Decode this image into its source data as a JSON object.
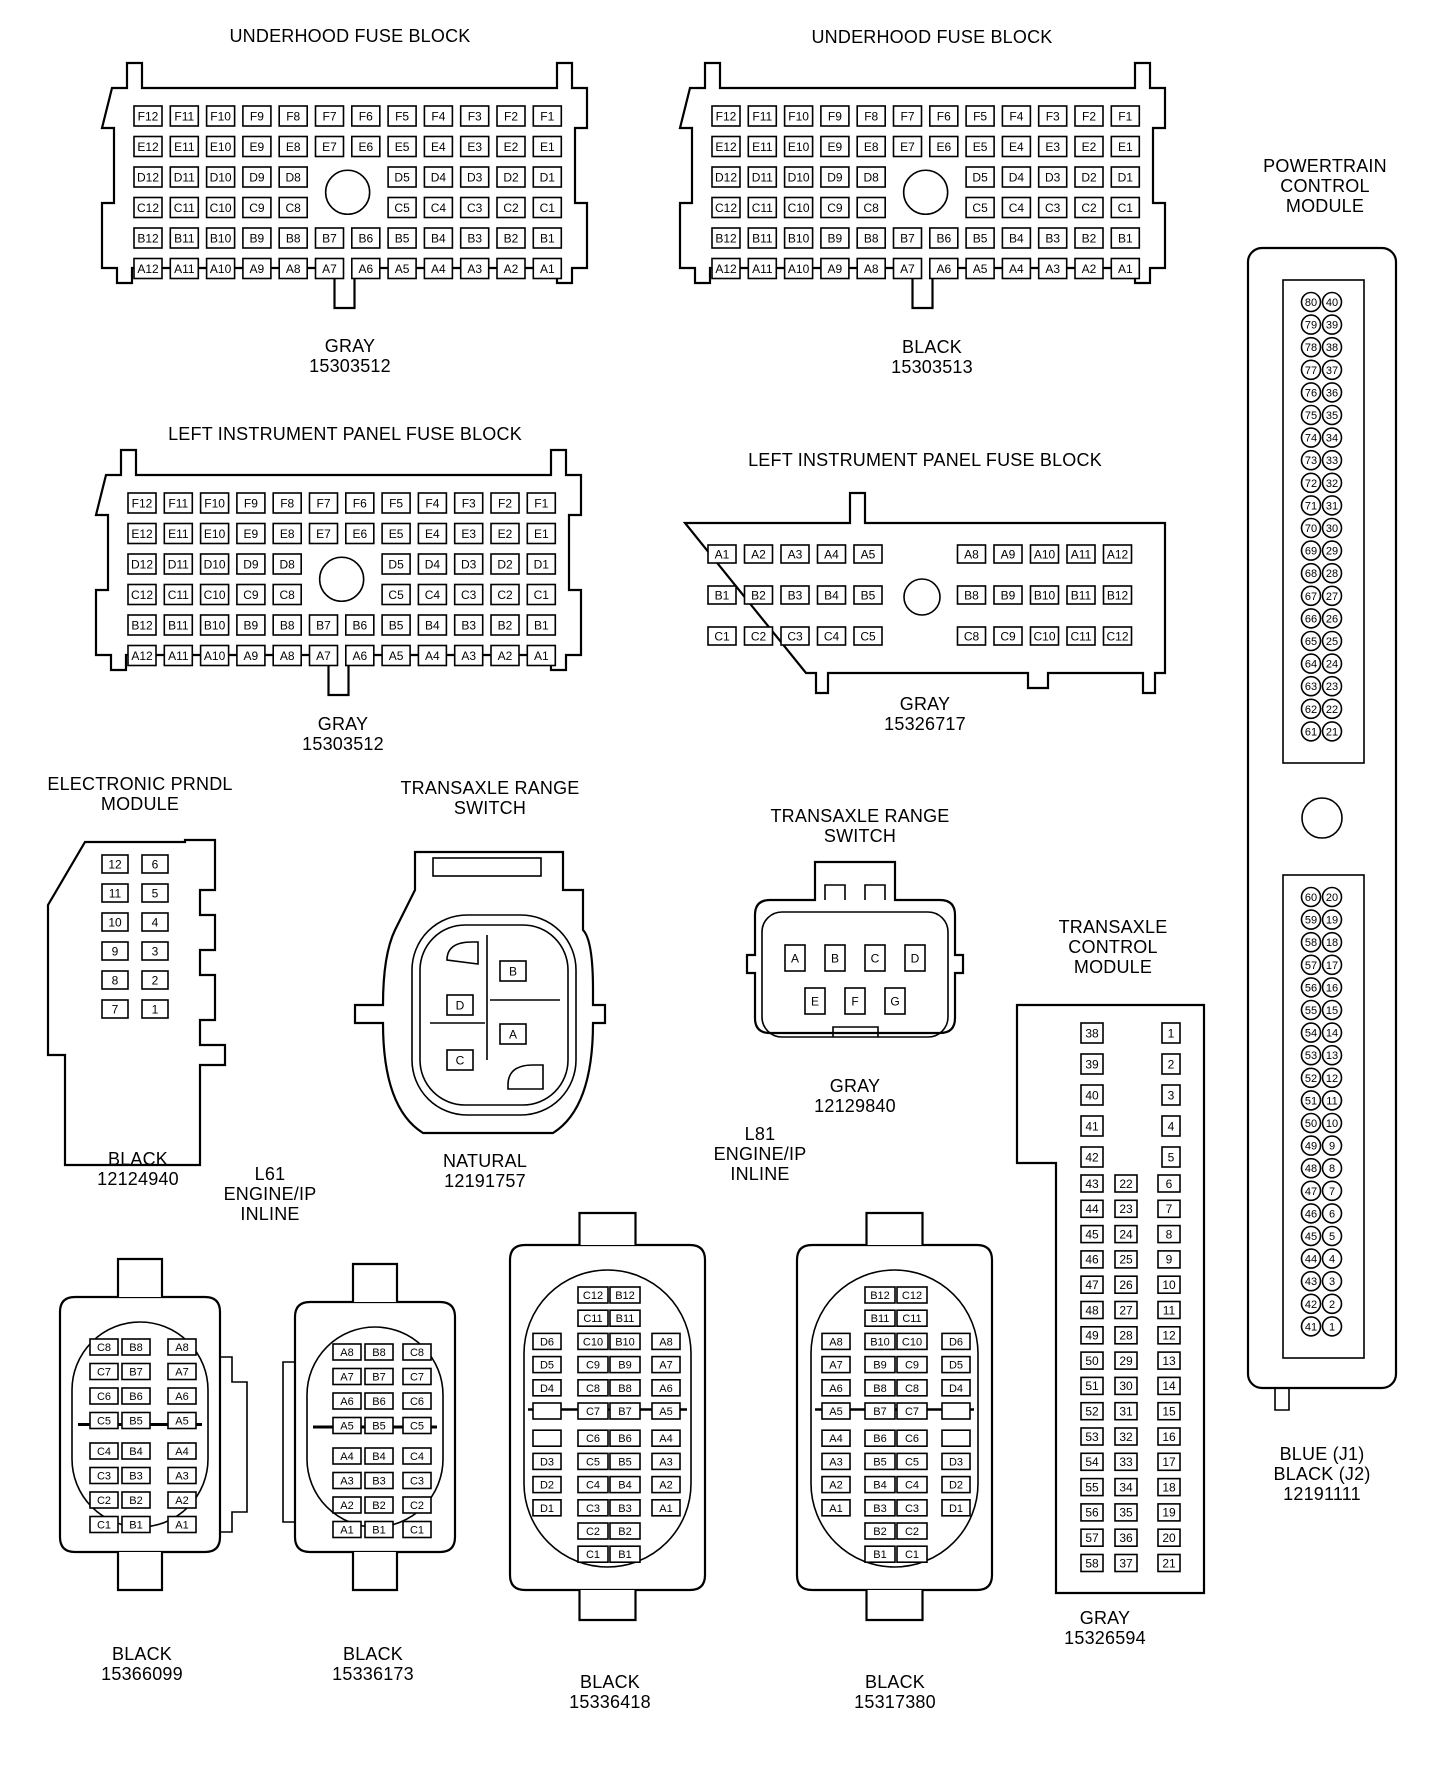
{
  "connectors": [
    {
      "id": "c1",
      "title": [
        "UNDERHOOD FUSE BLOCK"
      ],
      "caption": [
        "GRAY",
        "15303512"
      ],
      "pins": [
        [
          "F12",
          "F11",
          "F10",
          "F9",
          "F8",
          "F7",
          "F6",
          "F5",
          "F4",
          "F3",
          "F2",
          "F1"
        ],
        [
          "E12",
          "E11",
          "E10",
          "E9",
          "E8",
          "E7",
          "E6",
          "E5",
          "E4",
          "E3",
          "E2",
          "E1"
        ],
        [
          "D12",
          "D11",
          "D10",
          "D9",
          "D8",
          "",
          "",
          "D5",
          "D4",
          "D3",
          "D2",
          "D1"
        ],
        [
          "C12",
          "C11",
          "C10",
          "C9",
          "C8",
          "",
          "",
          "C5",
          "C4",
          "C3",
          "C2",
          "C1"
        ],
        [
          "B12",
          "B11",
          "B10",
          "B9",
          "B8",
          "B7",
          "B6",
          "B5",
          "B4",
          "B3",
          "B2",
          "B1"
        ],
        [
          "A12",
          "A11",
          "A10",
          "A9",
          "A8",
          "A7",
          "A6",
          "A5",
          "A4",
          "A3",
          "A2",
          "A1"
        ]
      ]
    },
    {
      "id": "c2",
      "title": [
        "UNDERHOOD FUSE BLOCK"
      ],
      "caption": [
        "BLACK",
        "15303513"
      ],
      "pins": [
        [
          "F12",
          "F11",
          "F10",
          "F9",
          "F8",
          "F7",
          "F6",
          "F5",
          "F4",
          "F3",
          "F2",
          "F1"
        ],
        [
          "E12",
          "E11",
          "E10",
          "E9",
          "E8",
          "E7",
          "E6",
          "E5",
          "E4",
          "E3",
          "E2",
          "E1"
        ],
        [
          "D12",
          "D11",
          "D10",
          "D9",
          "D8",
          "",
          "",
          "D5",
          "D4",
          "D3",
          "D2",
          "D1"
        ],
        [
          "C12",
          "C11",
          "C10",
          "C9",
          "C8",
          "",
          "",
          "C5",
          "C4",
          "C3",
          "C2",
          "C1"
        ],
        [
          "B12",
          "B11",
          "B10",
          "B9",
          "B8",
          "B7",
          "B6",
          "B5",
          "B4",
          "B3",
          "B2",
          "B1"
        ],
        [
          "A12",
          "A11",
          "A10",
          "A9",
          "A8",
          "A7",
          "A6",
          "A5",
          "A4",
          "A3",
          "A2",
          "A1"
        ]
      ]
    },
    {
      "id": "c3",
      "title": [
        "LEFT INSTRUMENT PANEL FUSE BLOCK"
      ],
      "caption": [
        "GRAY",
        "15303512"
      ],
      "pins": [
        [
          "F12",
          "F11",
          "F10",
          "F9",
          "F8",
          "F7",
          "F6",
          "F5",
          "F4",
          "F3",
          "F2",
          "F1"
        ],
        [
          "E12",
          "E11",
          "E10",
          "E9",
          "E8",
          "E7",
          "E6",
          "E5",
          "E4",
          "E3",
          "E2",
          "E1"
        ],
        [
          "D12",
          "D11",
          "D10",
          "D9",
          "D8",
          "",
          "",
          "D5",
          "D4",
          "D3",
          "D2",
          "D1"
        ],
        [
          "C12",
          "C11",
          "C10",
          "C9",
          "C8",
          "",
          "",
          "C5",
          "C4",
          "C3",
          "C2",
          "C1"
        ],
        [
          "B12",
          "B11",
          "B10",
          "B9",
          "B8",
          "B7",
          "B6",
          "B5",
          "B4",
          "B3",
          "B2",
          "B1"
        ],
        [
          "A12",
          "A11",
          "A10",
          "A9",
          "A8",
          "A7",
          "A6",
          "A5",
          "A4",
          "A3",
          "A2",
          "A1"
        ]
      ]
    },
    {
      "id": "c4",
      "title": [
        "LEFT INSTRUMENT PANEL FUSE BLOCK"
      ],
      "caption": [
        "GRAY",
        "15326717"
      ],
      "pins": [
        [
          "A1",
          "A2",
          "A3",
          "A4",
          "A5",
          "",
          "A8",
          "A9",
          "A10",
          "A11",
          "A12"
        ],
        [
          "B1",
          "B2",
          "B3",
          "B4",
          "B5",
          "",
          "B8",
          "B9",
          "B10",
          "B11",
          "B12"
        ],
        [
          "C1",
          "C2",
          "C3",
          "C4",
          "C5",
          "",
          "C8",
          "C9",
          "C10",
          "C11",
          "C12"
        ]
      ]
    },
    {
      "id": "c5",
      "title": [
        "POWERTRAIN",
        "CONTROL",
        "MODULE"
      ],
      "caption": [
        "BLUE (J1)",
        "BLACK (J2)",
        "12191111"
      ],
      "upper": [
        [
          "80",
          "40"
        ],
        [
          "79",
          "39"
        ],
        [
          "78",
          "38"
        ],
        [
          "77",
          "37"
        ],
        [
          "76",
          "36"
        ],
        [
          "75",
          "35"
        ],
        [
          "74",
          "34"
        ],
        [
          "73",
          "33"
        ],
        [
          "72",
          "32"
        ],
        [
          "71",
          "31"
        ],
        [
          "70",
          "30"
        ],
        [
          "69",
          "29"
        ],
        [
          "68",
          "28"
        ],
        [
          "67",
          "27"
        ],
        [
          "66",
          "26"
        ],
        [
          "65",
          "25"
        ],
        [
          "64",
          "24"
        ],
        [
          "63",
          "23"
        ],
        [
          "62",
          "22"
        ],
        [
          "61",
          "21"
        ]
      ],
      "lower": [
        [
          "60",
          "20"
        ],
        [
          "59",
          "19"
        ],
        [
          "58",
          "18"
        ],
        [
          "57",
          "17"
        ],
        [
          "56",
          "16"
        ],
        [
          "55",
          "15"
        ],
        [
          "54",
          "14"
        ],
        [
          "53",
          "13"
        ],
        [
          "52",
          "12"
        ],
        [
          "51",
          "11"
        ],
        [
          "50",
          "10"
        ],
        [
          "49",
          "9"
        ],
        [
          "48",
          "8"
        ],
        [
          "47",
          "7"
        ],
        [
          "46",
          "6"
        ],
        [
          "45",
          "5"
        ],
        [
          "44",
          "4"
        ],
        [
          "43",
          "3"
        ],
        [
          "42",
          "2"
        ],
        [
          "41",
          "1"
        ]
      ]
    },
    {
      "id": "c6",
      "title": [
        "ELECTRONIC PRNDL",
        "MODULE"
      ],
      "caption": [
        "BLACK",
        "12124940"
      ],
      "pins": [
        [
          "12",
          "6"
        ],
        [
          "11",
          "5"
        ],
        [
          "10",
          "4"
        ],
        [
          "9",
          "3"
        ],
        [
          "8",
          "2"
        ],
        [
          "7",
          "1"
        ]
      ]
    },
    {
      "id": "c7",
      "title": [
        "TRANSAXLE RANGE",
        "SWITCH"
      ],
      "caption": [
        "NATURAL",
        "12191757"
      ],
      "pins": [
        "B",
        "D",
        "A",
        "C"
      ]
    },
    {
      "id": "c8",
      "title": [
        "TRANSAXLE RANGE",
        "SWITCH"
      ],
      "caption": [
        "GRAY",
        "12129840"
      ],
      "pins": [
        [
          "A",
          "B",
          "C",
          "D"
        ],
        [
          "E",
          "F",
          "G"
        ]
      ]
    },
    {
      "id": "c9",
      "title": [
        "TRANSAXLE",
        "CONTROL",
        "MODULE"
      ],
      "caption": [
        "GRAY",
        "15326594"
      ],
      "pins": [
        [
          "38",
          "",
          "1"
        ],
        [
          "39",
          "",
          "2"
        ],
        [
          "40",
          "",
          "3"
        ],
        [
          "41",
          "",
          "4"
        ],
        [
          "42",
          "",
          "5"
        ],
        [
          "43",
          "22",
          "6"
        ],
        [
          "44",
          "23",
          "7"
        ],
        [
          "45",
          "24",
          "8"
        ],
        [
          "46",
          "25",
          "9"
        ],
        [
          "47",
          "26",
          "10"
        ],
        [
          "48",
          "27",
          "11"
        ],
        [
          "49",
          "28",
          "12"
        ],
        [
          "50",
          "29",
          "13"
        ],
        [
          "51",
          "30",
          "14"
        ],
        [
          "52",
          "31",
          "15"
        ],
        [
          "53",
          "32",
          "16"
        ],
        [
          "54",
          "33",
          "17"
        ],
        [
          "55",
          "34",
          "18"
        ],
        [
          "56",
          "35",
          "19"
        ],
        [
          "57",
          "36",
          "20"
        ],
        [
          "58",
          "37",
          "21"
        ]
      ]
    },
    {
      "id": "c10",
      "title": [
        "L61",
        "ENGINE/IP",
        "INLINE"
      ],
      "caption": [
        "BLACK",
        "15366099"
      ],
      "pins": [
        [
          "C8",
          "B8",
          "A8"
        ],
        [
          "C7",
          "B7",
          "A7"
        ],
        [
          "C6",
          "B6",
          "A6"
        ],
        [
          "C5",
          "B5",
          "A5"
        ],
        [
          "C4",
          "B4",
          "A4"
        ],
        [
          "C3",
          "B3",
          "A3"
        ],
        [
          "C2",
          "B2",
          "A2"
        ],
        [
          "C1",
          "B1",
          "A1"
        ]
      ]
    },
    {
      "id": "c11",
      "title": [],
      "caption": [
        "BLACK",
        "15336173"
      ],
      "pins": [
        [
          "A8",
          "B8",
          "C8"
        ],
        [
          "A7",
          "B7",
          "C7"
        ],
        [
          "A6",
          "B6",
          "C6"
        ],
        [
          "A5",
          "B5",
          "C5"
        ],
        [
          "A4",
          "B4",
          "C4"
        ],
        [
          "A3",
          "B3",
          "C3"
        ],
        [
          "A2",
          "B2",
          "C2"
        ],
        [
          "A1",
          "B1",
          "C1"
        ]
      ]
    },
    {
      "id": "c12",
      "title": [
        "L81",
        "ENGINE/IP",
        "INLINE"
      ],
      "caption": [
        "BLACK",
        "15336418"
      ],
      "pins": [
        [
          "",
          "C12",
          "B12",
          ""
        ],
        [
          "",
          "C11",
          "B11",
          ""
        ],
        [
          "D6",
          "C10",
          "B10",
          "A8"
        ],
        [
          "D5",
          "C9",
          "B9",
          "A7"
        ],
        [
          "D4",
          "C8",
          "B8",
          "A6"
        ],
        [
          "",
          "C7",
          "B7",
          "A5"
        ],
        [
          "",
          "C6",
          "B6",
          "A4"
        ],
        [
          "D3",
          "C5",
          "B5",
          "A3"
        ],
        [
          "D2",
          "C4",
          "B4",
          "A2"
        ],
        [
          "D1",
          "C3",
          "B3",
          "A1"
        ],
        [
          "",
          "C2",
          "B2",
          ""
        ],
        [
          "",
          "C1",
          "B1",
          ""
        ]
      ]
    },
    {
      "id": "c13",
      "title": [],
      "caption": [
        "BLACK",
        "15317380"
      ],
      "pins": [
        [
          "",
          "B12",
          "C12",
          ""
        ],
        [
          "",
          "B11",
          "C11",
          ""
        ],
        [
          "A8",
          "B10",
          "C10",
          "D6"
        ],
        [
          "A7",
          "B9",
          "C9",
          "D5"
        ],
        [
          "A6",
          "B8",
          "C8",
          "D4"
        ],
        [
          "A5",
          "B7",
          "C7",
          ""
        ],
        [
          "A4",
          "B6",
          "C6",
          ""
        ],
        [
          "A3",
          "B5",
          "C5",
          "D3"
        ],
        [
          "A2",
          "B4",
          "C4",
          "D2"
        ],
        [
          "A1",
          "B3",
          "C3",
          "D1"
        ],
        [
          "",
          "B2",
          "C2",
          ""
        ],
        [
          "",
          "B1",
          "C1",
          ""
        ]
      ]
    }
  ]
}
